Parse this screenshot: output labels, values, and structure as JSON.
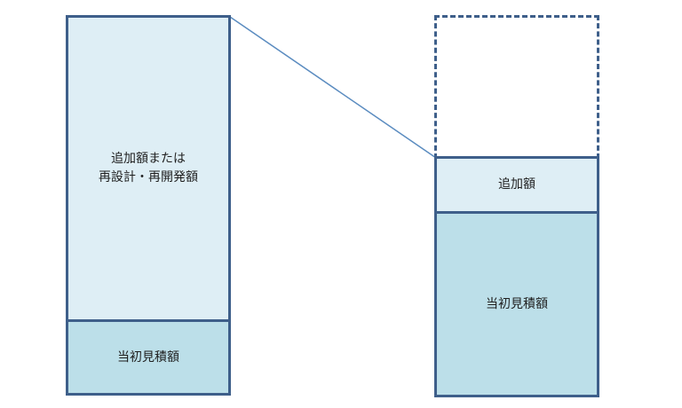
{
  "diagram": {
    "left_bar": {
      "upper_label": "追加額または\n再設計・再開発額",
      "lower_label": "当初見積額"
    },
    "right_bar": {
      "upper_label": "追加額",
      "lower_label": "当初見積額"
    }
  },
  "colors": {
    "border": "#3e5f8a",
    "light_fill": "#deeef5",
    "dark_fill": "#bcdfe9",
    "connector": "#5b8cc0"
  }
}
